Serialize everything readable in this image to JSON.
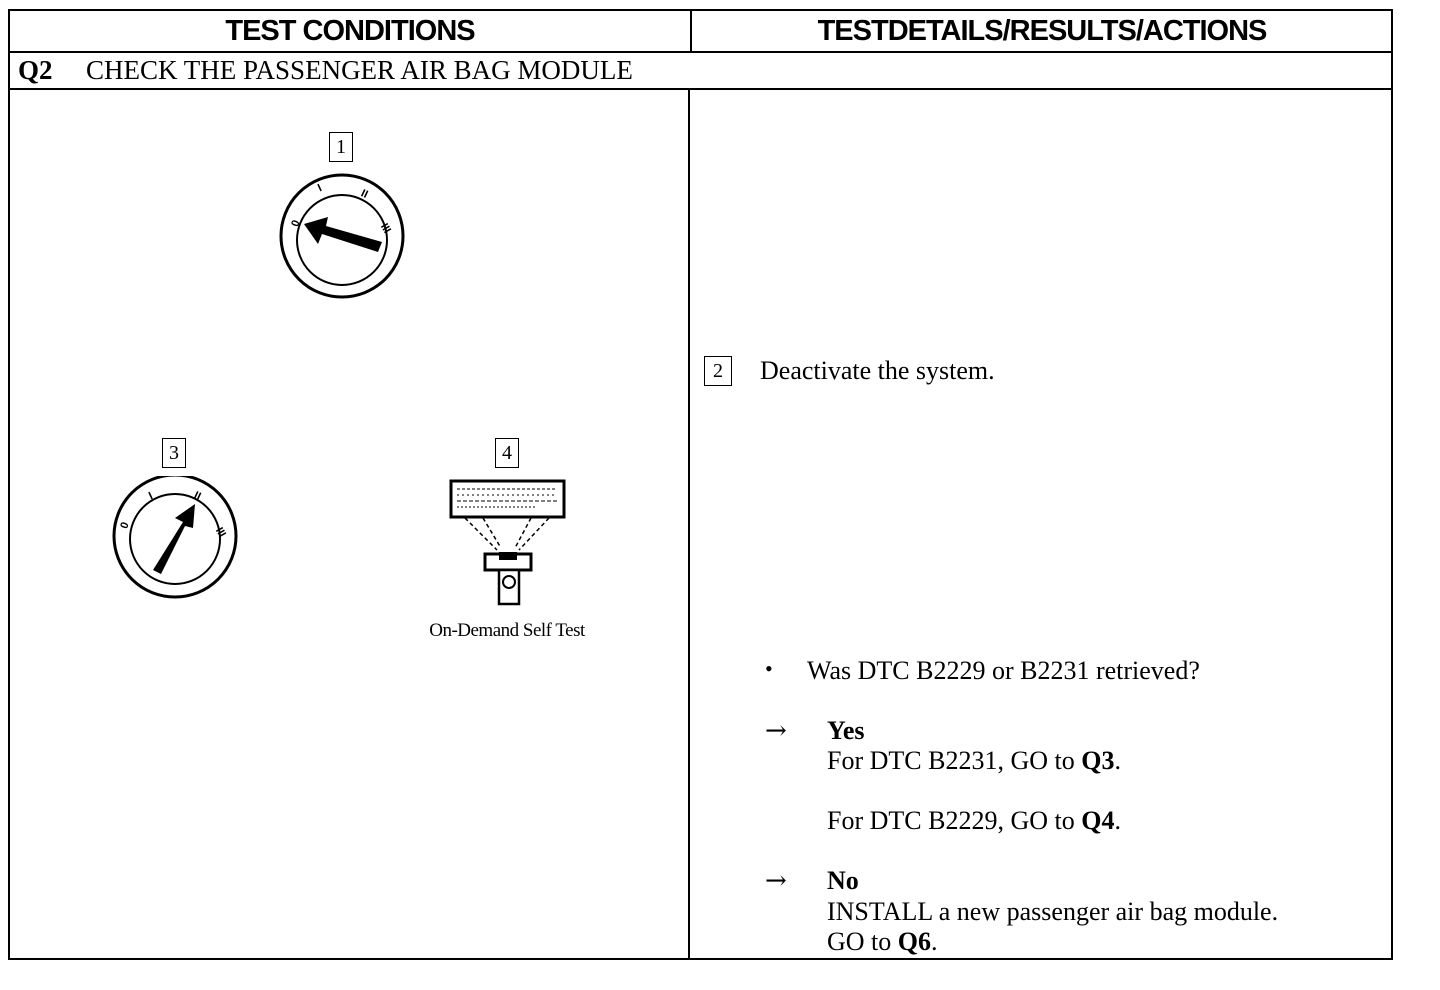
{
  "header": {
    "left": "TEST CONDITIONS",
    "right": "TESTDETAILS/RESULTS/ACTIONS"
  },
  "step": {
    "id": "Q2",
    "title": "CHECK THE PASSENGER AIR BAG MODULE"
  },
  "figures": {
    "callout_1": "1",
    "callout_3": "3",
    "callout_4": "4",
    "ignition_positions": [
      "0",
      "I",
      "II",
      "III"
    ],
    "tester_caption": "On-Demand Self Test"
  },
  "details": {
    "step2_num": "2",
    "step2_text": "Deactivate the system.",
    "bullet": "•",
    "question": "Was DTC B2229 or B2231 retrieved?",
    "arrow": "→",
    "yes_label": "Yes",
    "yes_line1_prefix": "For DTC B2231, GO to ",
    "yes_line1_link": "Q3",
    "yes_line1_suffix": ".",
    "yes_line2_prefix": "For DTC B2229, GO to ",
    "yes_line2_link": "Q4",
    "yes_line2_suffix": ".",
    "no_label": "No",
    "no_line1": "INSTALL a new passenger air bag module.",
    "no_line2_prefix": "GO to ",
    "no_line2_link": "Q6",
    "no_line2_suffix": "."
  }
}
